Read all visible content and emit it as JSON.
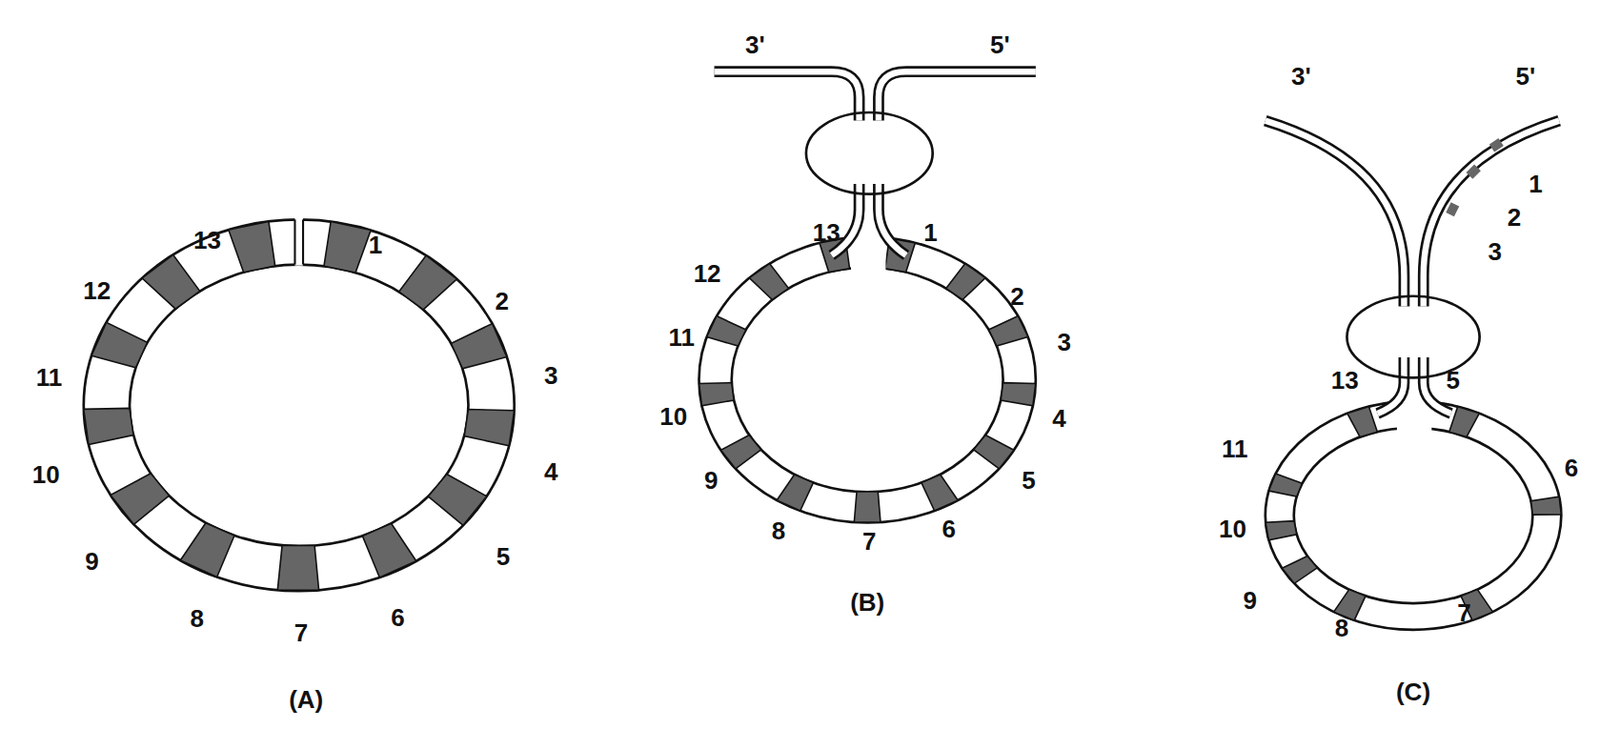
{
  "diagram": {
    "labels": [
      "13",
      "1",
      "12",
      "2",
      "11",
      "3",
      "10",
      "4",
      "9",
      "5",
      "8",
      "7",
      "6",
      "(A)",
      "3'",
      "5'",
      "13",
      "1",
      "12",
      "2",
      "11",
      "3",
      "10",
      "4",
      "9",
      "5",
      "8",
      "7",
      "6",
      "(B)",
      "3'",
      "5'",
      "1",
      "2",
      "3",
      "13",
      "5",
      "11",
      "6",
      "10",
      "9",
      "8",
      "7",
      "(C)"
    ]
  }
}
